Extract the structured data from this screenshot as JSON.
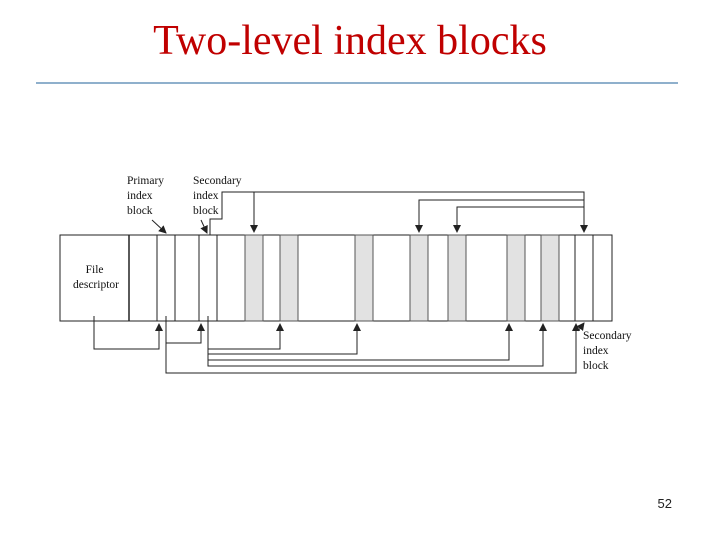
{
  "slide": {
    "title": "Two-level index blocks",
    "page_number": "52"
  },
  "colors": {
    "title": "#c00000",
    "rule": "#8fb0cc",
    "line": "#222222",
    "shaded_block": "#e2e2e2",
    "block": "#ffffff"
  },
  "diagram": {
    "labels": {
      "primary_index_block": [
        "Primary",
        "index",
        "block"
      ],
      "secondary_index_block_top": [
        "Secondary",
        "index",
        "block"
      ],
      "file_descriptor": [
        "File",
        "descriptor"
      ],
      "secondary_index_block_right": [
        "Secondary",
        "index",
        "block"
      ]
    }
  }
}
